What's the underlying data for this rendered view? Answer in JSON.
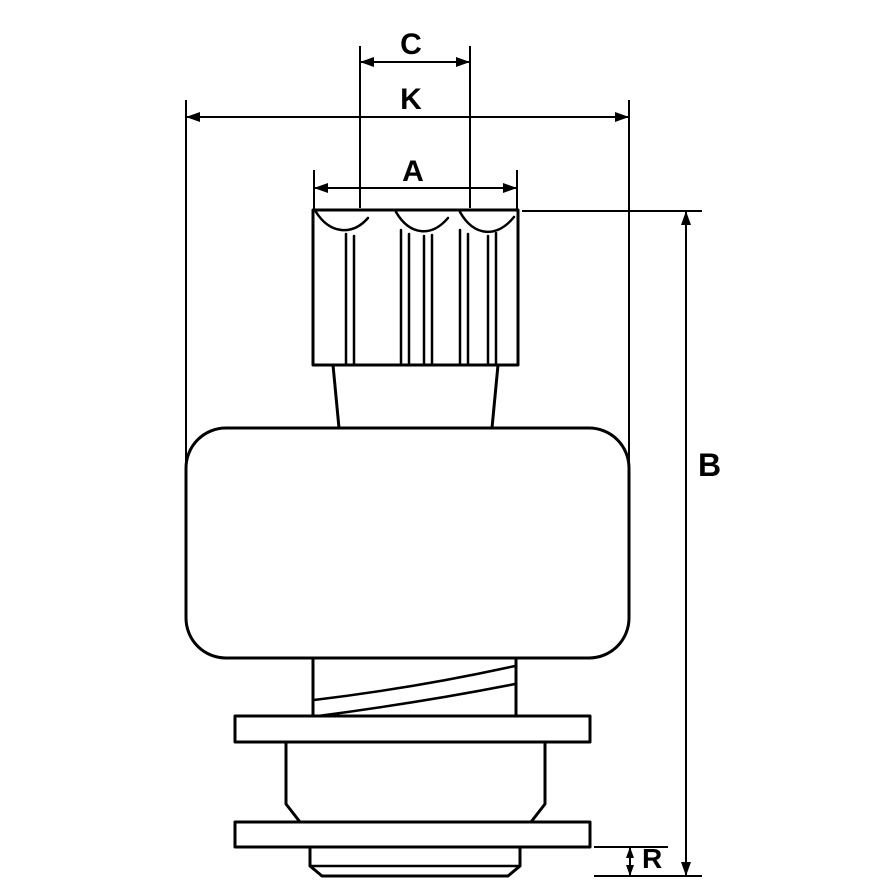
{
  "diagram": {
    "colors": {
      "line": "#000000",
      "background": "#ffffff"
    },
    "dimensions": {
      "c": {
        "label": "C"
      },
      "k": {
        "label": "K"
      },
      "a": {
        "label": "A"
      },
      "b": {
        "label": "B"
      },
      "r": {
        "label": "R"
      }
    }
  }
}
